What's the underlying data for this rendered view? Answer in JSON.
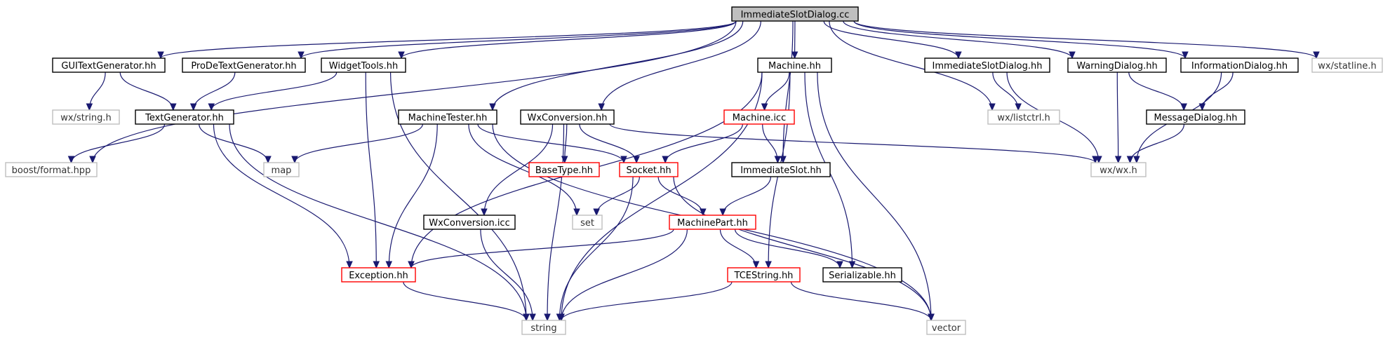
{
  "root": "ImmediateSlotDialog.cc",
  "nodes": [
    {
      "id": "root",
      "label": "ImmediateSlotDialog.cc",
      "kind": "root"
    },
    {
      "id": "boostfmt",
      "label": "boost/format.hpp",
      "kind": "system"
    },
    {
      "id": "guitext",
      "label": "GUITextGenerator.hh",
      "kind": "local"
    },
    {
      "id": "prode",
      "label": "ProDeTextGenerator.hh",
      "kind": "local"
    },
    {
      "id": "widget",
      "label": "WidgetTools.hh",
      "kind": "local"
    },
    {
      "id": "machine",
      "label": "Machine.hh",
      "kind": "local"
    },
    {
      "id": "isdhh",
      "label": "ImmediateSlotDialog.hh",
      "kind": "local"
    },
    {
      "id": "warning",
      "label": "WarningDialog.hh",
      "kind": "local"
    },
    {
      "id": "info",
      "label": "InformationDialog.hh",
      "kind": "local"
    },
    {
      "id": "statline",
      "label": "wx/statline.h",
      "kind": "system"
    },
    {
      "id": "wxstring",
      "label": "wx/string.h",
      "kind": "system"
    },
    {
      "id": "textgen",
      "label": "TextGenerator.hh",
      "kind": "local"
    },
    {
      "id": "mtester",
      "label": "MachineTester.hh",
      "kind": "local"
    },
    {
      "id": "wxconv",
      "label": "WxConversion.hh",
      "kind": "local"
    },
    {
      "id": "machineicc",
      "label": "Machine.icc",
      "kind": "truncated"
    },
    {
      "id": "listctrl",
      "label": "wx/listctrl.h",
      "kind": "system"
    },
    {
      "id": "msgdlg",
      "label": "MessageDialog.hh",
      "kind": "local"
    },
    {
      "id": "map",
      "label": "map",
      "kind": "system"
    },
    {
      "id": "basetype",
      "label": "BaseType.hh",
      "kind": "truncated"
    },
    {
      "id": "socket",
      "label": "Socket.hh",
      "kind": "truncated"
    },
    {
      "id": "islot",
      "label": "ImmediateSlot.hh",
      "kind": "local"
    },
    {
      "id": "wxwx",
      "label": "wx/wx.h",
      "kind": "system"
    },
    {
      "id": "wxconvicc",
      "label": "WxConversion.icc",
      "kind": "local"
    },
    {
      "id": "set",
      "label": "set",
      "kind": "system"
    },
    {
      "id": "mpart",
      "label": "MachinePart.hh",
      "kind": "truncated"
    },
    {
      "id": "exception",
      "label": "Exception.hh",
      "kind": "truncated"
    },
    {
      "id": "tcestring",
      "label": "TCEString.hh",
      "kind": "truncated"
    },
    {
      "id": "serial",
      "label": "Serializable.hh",
      "kind": "local"
    },
    {
      "id": "string",
      "label": "string",
      "kind": "system"
    },
    {
      "id": "vector",
      "label": "vector",
      "kind": "system"
    }
  ],
  "edges": [
    [
      "root",
      "boostfmt"
    ],
    [
      "root",
      "guitext"
    ],
    [
      "root",
      "prode"
    ],
    [
      "root",
      "widget"
    ],
    [
      "root",
      "machine"
    ],
    [
      "root",
      "isdhh"
    ],
    [
      "root",
      "warning"
    ],
    [
      "root",
      "info"
    ],
    [
      "root",
      "statline"
    ],
    [
      "root",
      "mtester"
    ],
    [
      "root",
      "wxconv"
    ],
    [
      "root",
      "islot"
    ],
    [
      "root",
      "listctrl"
    ],
    [
      "guitext",
      "wxstring"
    ],
    [
      "guitext",
      "textgen"
    ],
    [
      "prode",
      "textgen"
    ],
    [
      "widget",
      "textgen"
    ],
    [
      "widget",
      "exception"
    ],
    [
      "widget",
      "string"
    ],
    [
      "textgen",
      "boostfmt"
    ],
    [
      "textgen",
      "map"
    ],
    [
      "textgen",
      "exception"
    ],
    [
      "textgen",
      "string"
    ],
    [
      "machine",
      "machineicc"
    ],
    [
      "machine",
      "exception"
    ],
    [
      "machine",
      "serial"
    ],
    [
      "machine",
      "tcestring"
    ],
    [
      "machine",
      "string"
    ],
    [
      "machine",
      "vector"
    ],
    [
      "isdhh",
      "listctrl"
    ],
    [
      "isdhh",
      "wxwx"
    ],
    [
      "warning",
      "msgdlg"
    ],
    [
      "warning",
      "wxwx"
    ],
    [
      "info",
      "msgdlg"
    ],
    [
      "info",
      "wxwx"
    ],
    [
      "msgdlg",
      "wxwx"
    ],
    [
      "mtester",
      "map"
    ],
    [
      "mtester",
      "socket"
    ],
    [
      "mtester",
      "set"
    ],
    [
      "mtester",
      "exception"
    ],
    [
      "mtester",
      "vector"
    ],
    [
      "wxconv",
      "basetype"
    ],
    [
      "wxconv",
      "socket"
    ],
    [
      "wxconv",
      "wxconvicc"
    ],
    [
      "wxconv",
      "wxwx"
    ],
    [
      "wxconv",
      "string"
    ],
    [
      "machineicc",
      "socket"
    ],
    [
      "machineicc",
      "islot"
    ],
    [
      "socket",
      "set"
    ],
    [
      "socket",
      "mpart"
    ],
    [
      "socket",
      "string"
    ],
    [
      "socket",
      "vector"
    ],
    [
      "islot",
      "mpart"
    ],
    [
      "mpart",
      "exception"
    ],
    [
      "mpart",
      "tcestring"
    ],
    [
      "mpart",
      "serial"
    ],
    [
      "mpart",
      "string"
    ],
    [
      "exception",
      "string"
    ],
    [
      "wxconvicc",
      "string"
    ],
    [
      "tcestring",
      "string"
    ],
    [
      "tcestring",
      "vector"
    ]
  ],
  "colors": {
    "edge": "#191970",
    "root_fill": "#bfbfbf",
    "local_border": "#000000",
    "truncated_border": "#ff0000",
    "system_border": "#bfbfbf"
  }
}
